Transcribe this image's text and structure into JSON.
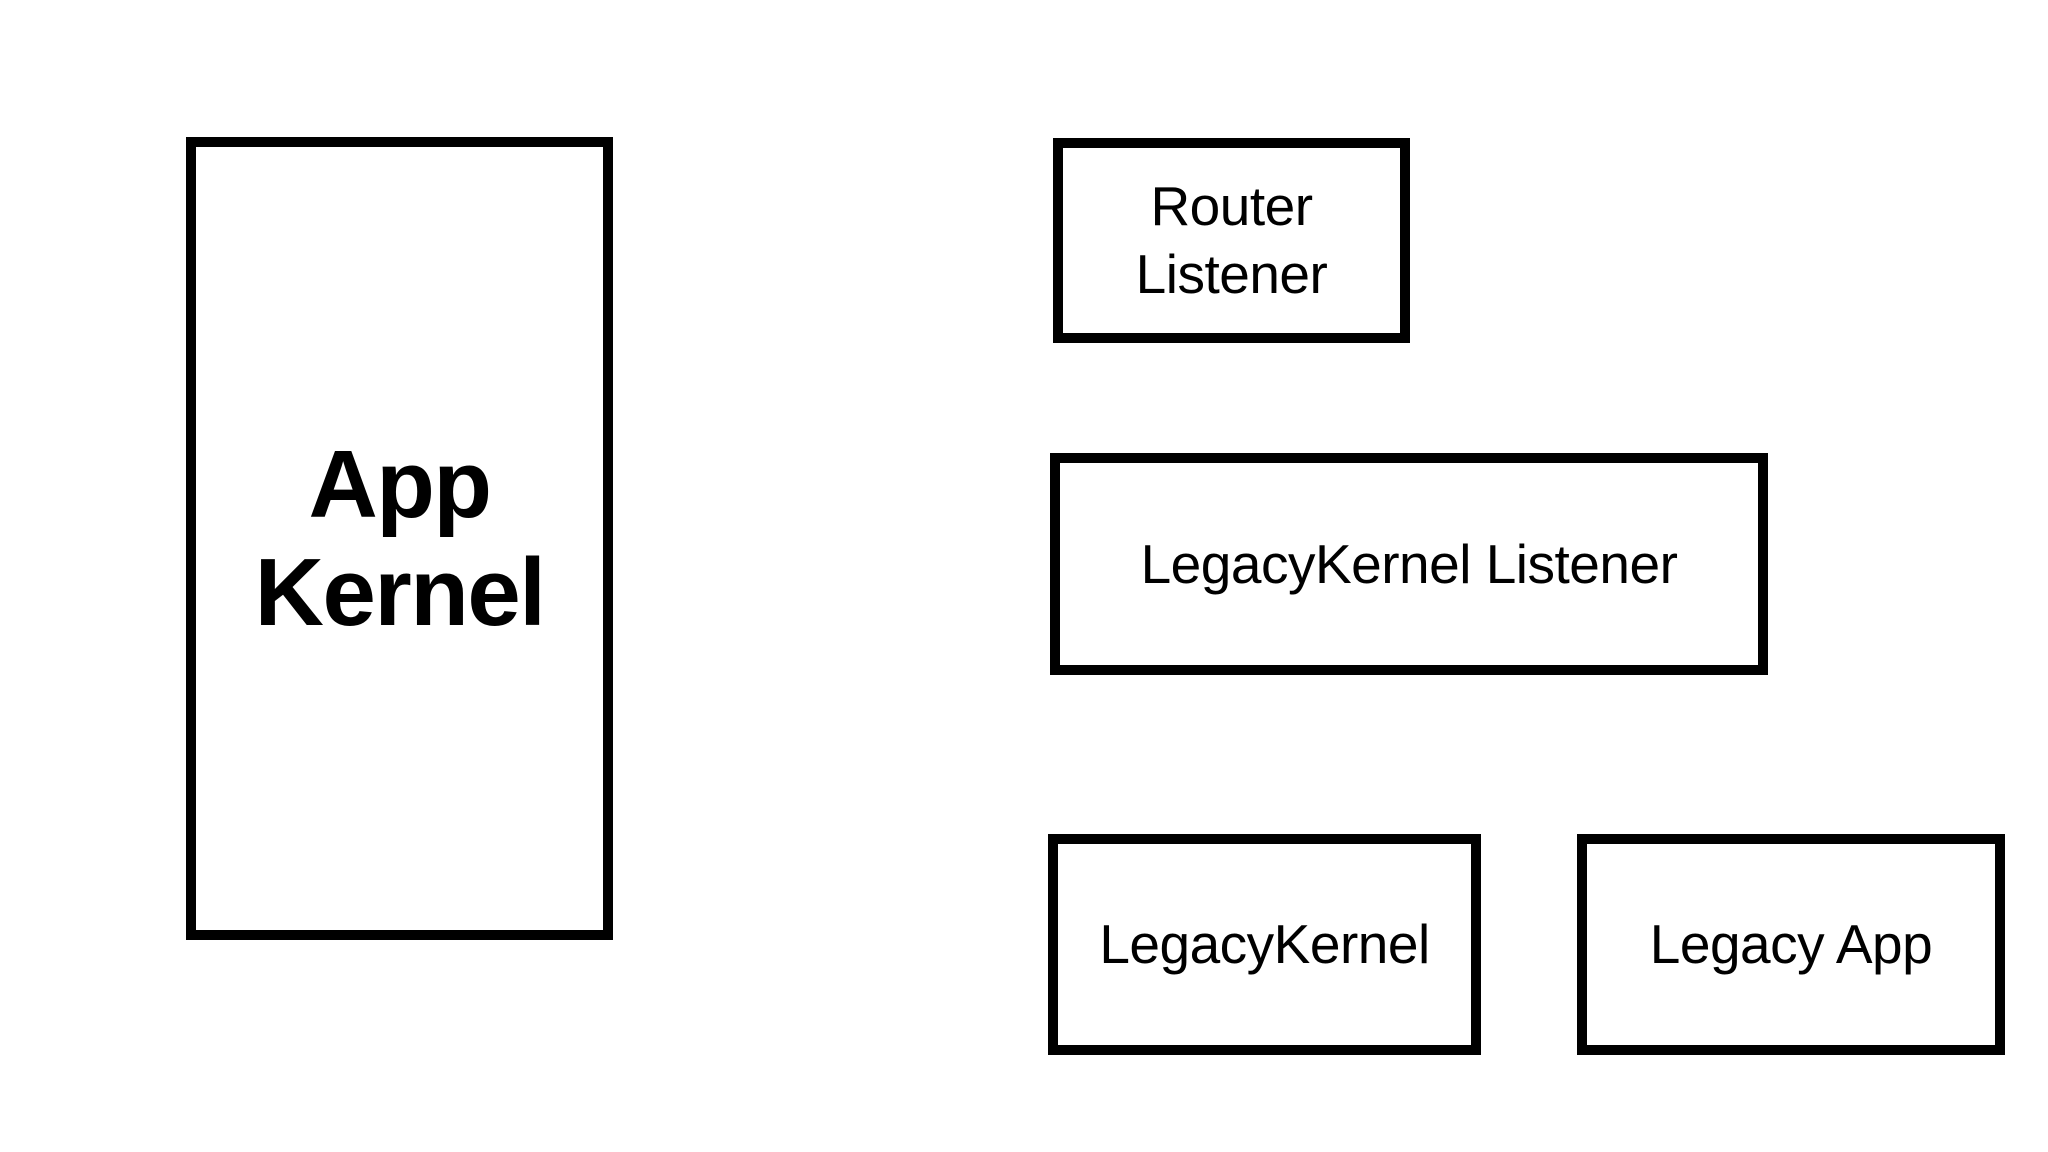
{
  "diagram": {
    "background_color": "#ffffff",
    "stroke_color": "#000000",
    "text_color": "#000000",
    "nodes": [
      {
        "id": "app-kernel",
        "label": "App\nKernel",
        "shape": "rectangle",
        "emphasis": "bold",
        "column": "left"
      },
      {
        "id": "router-listener",
        "label": "Router\nListener",
        "shape": "rectangle",
        "emphasis": "regular",
        "column": "right"
      },
      {
        "id": "legacykernel-listener",
        "label": "LegacyKernel Listener",
        "shape": "rectangle",
        "emphasis": "regular",
        "column": "right"
      },
      {
        "id": "legacykernel",
        "label": "LegacyKernel",
        "shape": "rectangle",
        "emphasis": "regular",
        "column": "right"
      },
      {
        "id": "legacy-app",
        "label": "Legacy App",
        "shape": "rectangle",
        "emphasis": "regular",
        "column": "right"
      }
    ],
    "connectors": []
  }
}
